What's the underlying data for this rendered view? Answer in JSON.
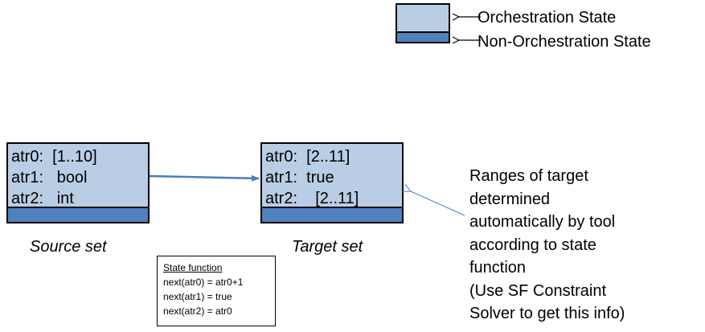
{
  "legend": {
    "orchestration_label": "Orchestration State",
    "non_orchestration_label": "Non-Orchestration State"
  },
  "source": {
    "label": "Source set",
    "attrs": [
      "atr0:  [1..10]",
      "atr1:   bool",
      "atr2:   int"
    ]
  },
  "target": {
    "label": "Target set",
    "attrs": [
      "atr0:  [2..11]",
      "atr1:  true",
      "atr2:    [2..11]"
    ]
  },
  "state_function": {
    "title": "State function",
    "lines": [
      "next(atr0) = atr0+1",
      "next(atr1) = true",
      "next(atr2) = atr0"
    ]
  },
  "note": {
    "lines": [
      "Ranges of target",
      "determined",
      "automatically by tool",
      "according to state",
      "function",
      "(Use SF Constraint",
      "Solver to get this info)"
    ]
  },
  "colors": {
    "orchestration_fill": "#b9cde5",
    "non_orchestration_fill": "#4f81bd",
    "arrow": "#4a7ebb"
  }
}
